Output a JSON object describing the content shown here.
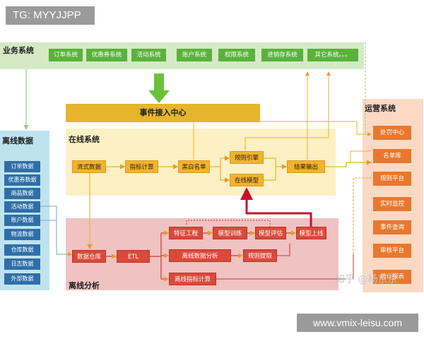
{
  "watermark": "TG: MYYJJPP",
  "url_watermark": "www.vmix-leisu.com",
  "zhihu_watermark": "知乎 @杨京京",
  "business": {
    "title": "业务系统",
    "items": [
      "订单系统",
      "优惠券系统",
      "活动系统",
      "账户系统",
      "权限系统",
      "进销存系统",
      "其它系统。。。"
    ]
  },
  "event_center": "事件接入中心",
  "online": {
    "title": "在线系统",
    "flow": "流式数据",
    "indicator": "指标计算",
    "blackwhite": "黑白名单",
    "rule_engine": "规则引擎",
    "online_model": "在线模型",
    "output": "结果输出"
  },
  "offline_data": {
    "title": "离线数据",
    "items": [
      "订单数据",
      "优惠券数据",
      "商品数据",
      "活动数据",
      "账户数据",
      "物流数据",
      "仓库数据",
      "日志数据",
      "外部数据"
    ]
  },
  "offline_analysis": {
    "title": "离线分析",
    "warehouse": "数据仓库",
    "etl": "ETL",
    "feature": "特征工程",
    "train": "模型训练",
    "eval": "模型评估",
    "deploy": "模型上线",
    "analysis": "离线数据分析",
    "rule_extract": "规则提取",
    "indicator": "离线指标计算"
  },
  "ops": {
    "title": "运营系统",
    "items": [
      "处罚中心",
      "名单库",
      "规则平台",
      "实时监控",
      "事件查询",
      "审核平台",
      "统计报表"
    ]
  },
  "colors": {
    "business_band": "#d5e9c5",
    "business_box": "#59b23a",
    "event_bar": "#e6b52b",
    "online_band": "#fdf0c4",
    "online_box": "#f2b232",
    "offline_band": "#f0c2c2",
    "offline_box": "#d94a3a",
    "ops_band": "#fbd9c4",
    "ops_box": "#e8782e",
    "data_band": "#bfe3ee",
    "data_box": "#2f6fa8",
    "arrow_green": "#6cc13a",
    "arrow_red": "#c8102e"
  }
}
